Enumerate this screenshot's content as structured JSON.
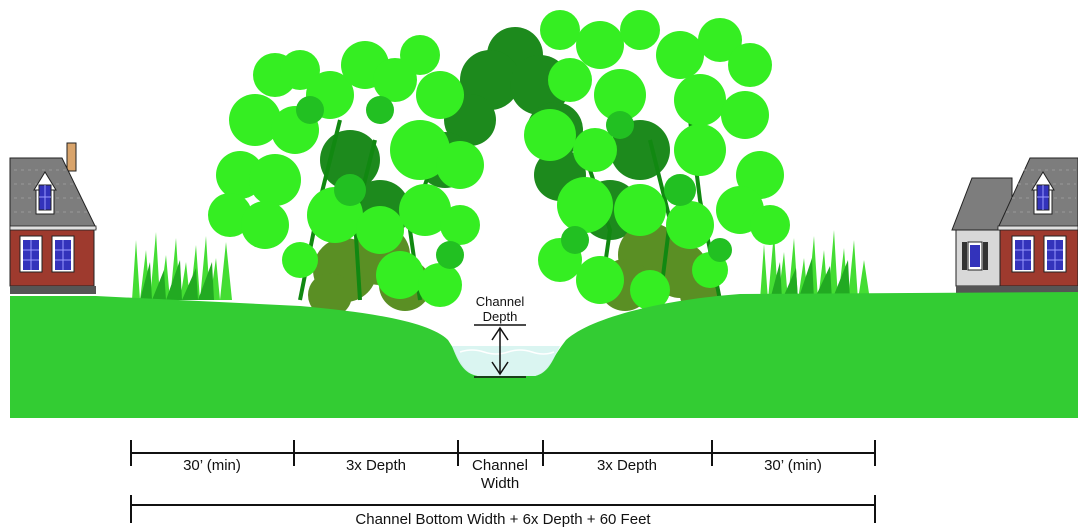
{
  "diagram": {
    "depth_label": {
      "line1": "Channel",
      "line2": "Depth"
    },
    "segments": [
      {
        "label": "30’ (min)"
      },
      {
        "label": "3x Depth"
      },
      {
        "label_line1": "Channel",
        "label_line2": "Width"
      },
      {
        "label": "3x Depth"
      },
      {
        "label": "30’ (min)"
      }
    ],
    "total_label": "Channel Bottom Width + 6x Depth + 60 Feet"
  },
  "colors": {
    "ground": "#33cc33",
    "foliage_light": "#33ee22",
    "foliage_mid": "#22bb22",
    "foliage_dark": "#118811",
    "foliage_olive": "#558822",
    "water": "#d8f4f0",
    "brick": "#9e3a2e",
    "roof": "#777777",
    "window": "#3333bb"
  }
}
